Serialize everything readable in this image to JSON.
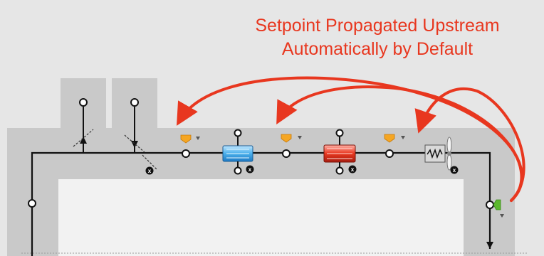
{
  "callout": {
    "line1": "Setpoint Propagated Upstream",
    "line2": "Automatically by Default"
  },
  "colors": {
    "background": "#e6e6e6",
    "duct": "#c9c9c9",
    "arrow": "#e8371f",
    "line": "#111111",
    "setpoint_manager": "#f5a623",
    "upstream_node_marker": "#5cb82e"
  },
  "components": [
    {
      "id": "outdoor-air-mixer",
      "icon": "outdoor-air-mixer-icon"
    },
    {
      "id": "relief-damper",
      "icon": "damper-icon"
    },
    {
      "id": "setpoint-manager-1",
      "icon": "setpoint-manager-icon"
    },
    {
      "id": "cooling-coil",
      "icon": "cooling-coil-icon"
    },
    {
      "id": "setpoint-manager-2",
      "icon": "setpoint-manager-icon"
    },
    {
      "id": "heating-coil",
      "icon": "heating-coil-icon"
    },
    {
      "id": "setpoint-manager-3",
      "icon": "setpoint-manager-icon"
    },
    {
      "id": "supply-fan",
      "icon": "fan-icon"
    },
    {
      "id": "upstream-setpoint-manager",
      "icon": "setpoint-manager-icon"
    }
  ]
}
